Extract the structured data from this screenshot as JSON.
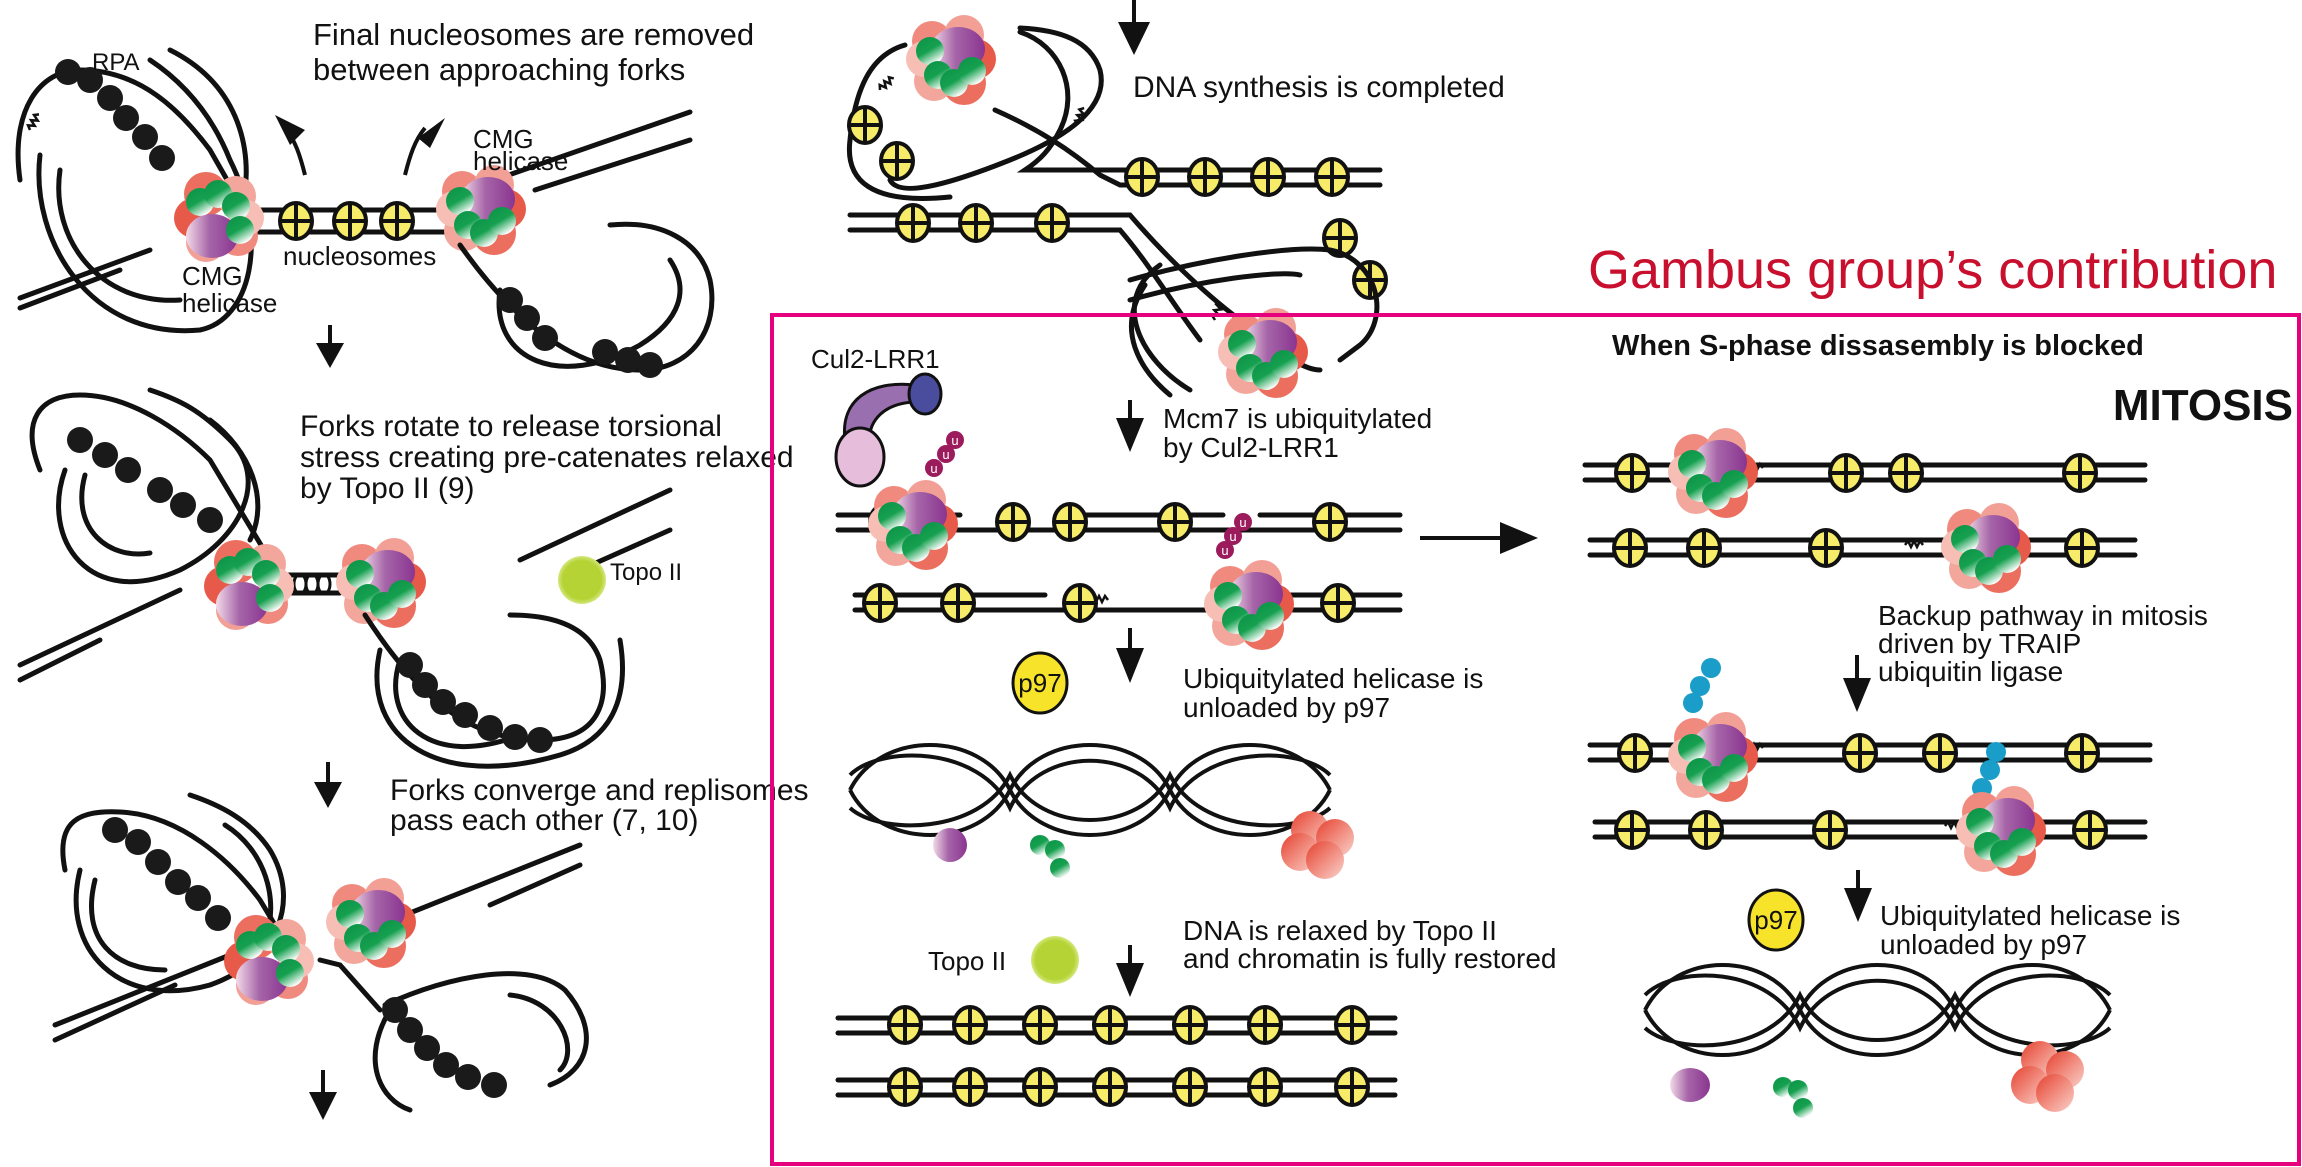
{
  "colors": {
    "box_border": "#e6007e",
    "title_red": "#c8102e",
    "nucleosome_fill": "#f7ec6a",
    "rpa_fill": "#1a1a1a",
    "cmg_purple": "#8e3a8e",
    "cmg_green": "#0f9a4a",
    "cmg_red": "#e8574a",
    "topo2_green": "#b5d334",
    "p97_yellow": "#f7e32a",
    "ubiquitin_magenta": "#9c1b5c",
    "traip_ubiquitin_blue": "#1a9ec9",
    "cul2_purple": "#9a6fb0",
    "cul2_blue": "#4a4d9e",
    "cul2_pink": "#e6bedb"
  },
  "left_column": {
    "panel1": {
      "caption_lines": [
        "Final nucleosomes are removed",
        "between approaching forks"
      ],
      "rpa_label": "RPA",
      "cmg_right_label": [
        "CMG",
        "helicase"
      ],
      "cmg_left_label": [
        "CMG",
        "helicase"
      ],
      "nucleosomes_label": "nucleosomes"
    },
    "panel2": {
      "caption_lines": [
        "Forks rotate to release torsional",
        "stress creating pre-catenates relaxed",
        "by Topo II (9)"
      ],
      "topo2_label": "Topo II"
    },
    "panel3": {
      "caption_lines": [
        "Forks converge and replisomes",
        "pass each other (7, 10)"
      ]
    }
  },
  "middle_column": {
    "synthesis_caption": "DNA synthesis is completed"
  },
  "gambus_box": {
    "title": "Gambus group’s contribution",
    "subtitle": "When S-phase dissasembly is blocked",
    "mitosis_label": "MITOSIS",
    "s_phase": {
      "cul2_label": "Cul2-LRR1",
      "ubiquitin_glyph": "u",
      "mcm7_caption_lines": [
        "Mcm7 is ubiquitylated",
        " by Cul2-LRR1"
      ],
      "p97_label": "p97",
      "unload_caption_lines": [
        "Ubiquitylated helicase is",
        "unloaded by p97"
      ],
      "topo2_label": "Topo II",
      "relax_caption_lines": [
        "DNA is relaxed by Topo II",
        "and chromatin is fully restored"
      ]
    },
    "mitosis": {
      "backup_caption_lines": [
        "Backup pathway in mitosis",
        "driven by TRAIP",
        "ubiquitin ligase"
      ],
      "p97_label": "p97",
      "unload_caption_lines": [
        "Ubiquitylated helicase is",
        "unloaded by p97"
      ]
    }
  }
}
